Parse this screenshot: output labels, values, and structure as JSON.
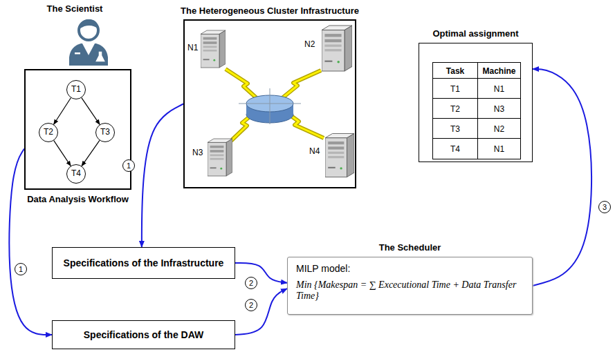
{
  "diagram": {
    "nodes": [
      {
        "text": [
          "Data Analysis Workflow"
        ]
      },
      {
        "text": [
          "T1"
        ],
        "in": 0
      },
      {
        "text": [
          "T2"
        ],
        "in": 0
      },
      {
        "text": [
          "T3"
        ],
        "in": 0
      },
      {
        "text": [
          "T4"
        ],
        "in": 0
      },
      {
        "text": [
          "The Heterogeneous Cluster Infrastructure"
        ]
      },
      {
        "text": [
          "Optimal assignment"
        ]
      },
      {
        "text": [
          "Specifications of the Infrastructure"
        ]
      },
      {
        "text": [
          "Specifications of the DAW"
        ]
      },
      {
        "text": [
          "The Scheduler",
          "MILP model:",
          "Min {Makespan = ∑ Excecutional Time + Data Transfer Time}"
        ]
      }
    ],
    "edges": [
      {
        "from": 1,
        "to": 2,
        "arrow": "to"
      },
      {
        "from": 1,
        "to": 3,
        "arrow": "to"
      },
      {
        "from": 2,
        "to": 4,
        "arrow": "to"
      },
      {
        "from": 3,
        "to": 4,
        "arrow": "to"
      },
      {
        "from": 0,
        "to": 8,
        "label": "1",
        "arrow": "to"
      },
      {
        "from": 5,
        "to": 7,
        "label": "1",
        "arrow": "to"
      },
      {
        "from": 7,
        "to": 9,
        "label": "2",
        "arrow": "to"
      },
      {
        "from": 8,
        "to": 9,
        "label": "2",
        "arrow": "to"
      },
      {
        "from": 9,
        "to": 6,
        "label": "3",
        "arrow": "to"
      }
    ],
    "labels": [
      "The Scientist",
      "N1",
      "N2",
      "N3",
      "N4",
      "Task",
      "Machine",
      "T1",
      "N1",
      "T2",
      "N3",
      "T3",
      "N2",
      "T4",
      "N1"
    ]
  }
}
